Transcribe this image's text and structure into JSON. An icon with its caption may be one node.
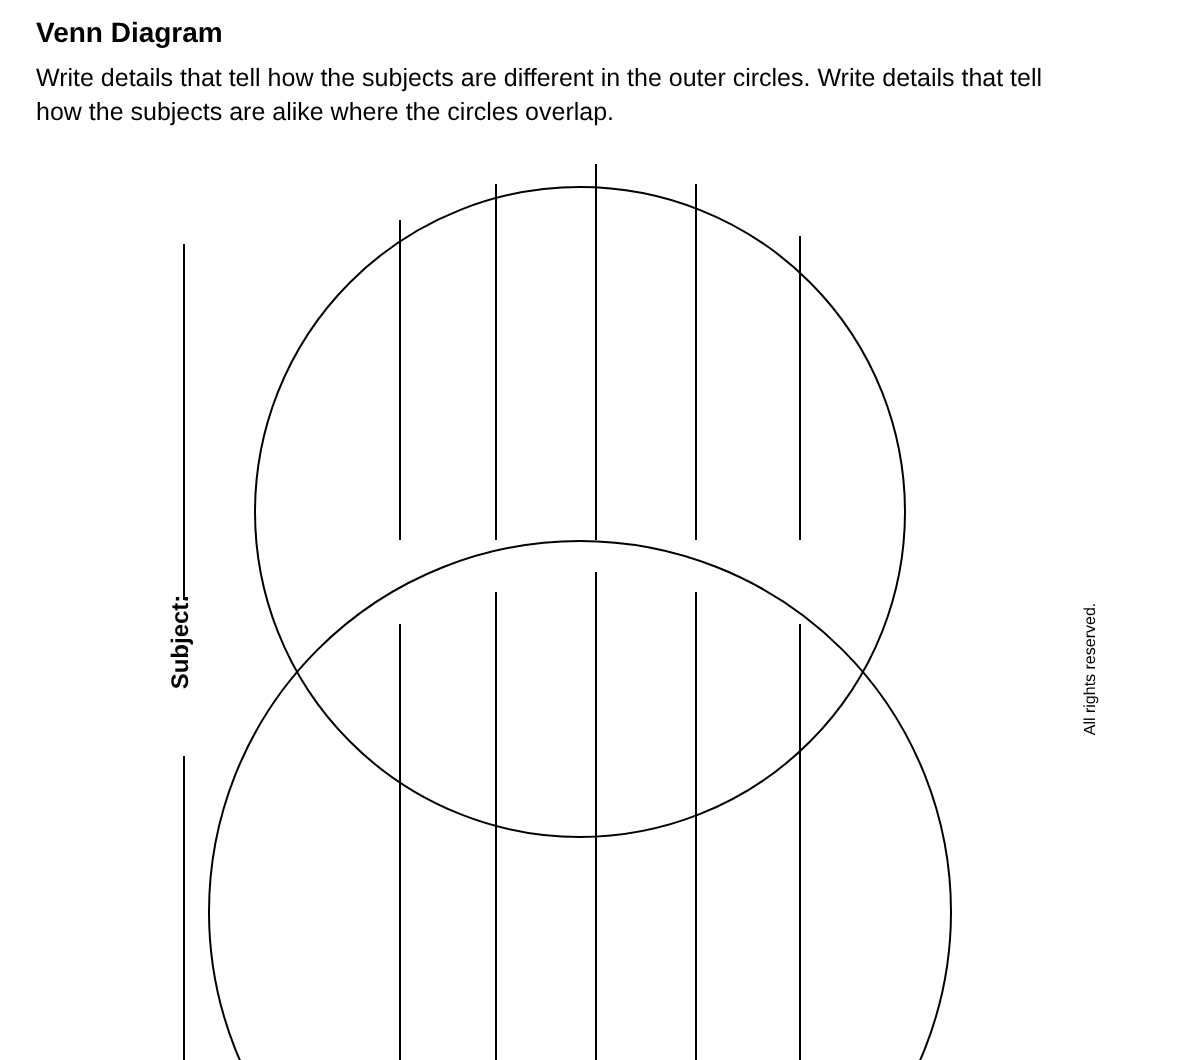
{
  "diagram": {
    "title": "Venn Diagram",
    "nodes": [
      {
        "text": [],
        "shape": "circle"
      },
      {
        "text": [],
        "shape": "circle"
      }
    ],
    "labels": [
      "Write details that tell how the subjects are different in the outer circles. Write details that tell how the subjects are alike where the circles overlap.",
      "Subject:",
      "All rights reserved."
    ]
  }
}
